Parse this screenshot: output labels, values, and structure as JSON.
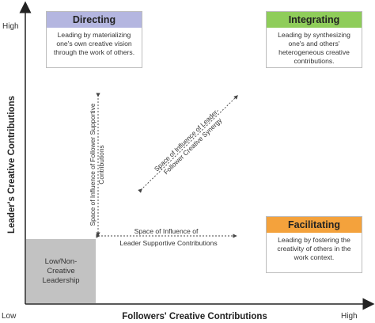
{
  "axes": {
    "y_title": "Leader's Creative Contributions",
    "x_title": "Followers' Creative Contributions",
    "y_high": "High",
    "x_low": "Low",
    "x_high": "High"
  },
  "quadrants": {
    "directing": {
      "title": "Directing",
      "text": "Leading by materializing one's own creative vision through the work of others.",
      "color": "#b4b6e0"
    },
    "integrating": {
      "title": "Integrating",
      "text": "Leading by synthesizing one's and others' heterogeneous creative contributions.",
      "color": "#8fcd5a"
    },
    "facilitating": {
      "title": "Facilitating",
      "text": "Leading by fostering the creativity of others in the work context.",
      "color": "#f4a23c"
    },
    "low": {
      "text": "Low/Non-Creative Leadership",
      "color": "#c2c2c2"
    }
  },
  "influence": {
    "vertical": "Space of Influence of Follower Supportive Contributions",
    "diagonal": "Space of Influence of Leader-Follower Creative Synergy",
    "horizontal_line1": "Space of Influence of",
    "horizontal_line2": "Leader Supportive Contributions"
  }
}
